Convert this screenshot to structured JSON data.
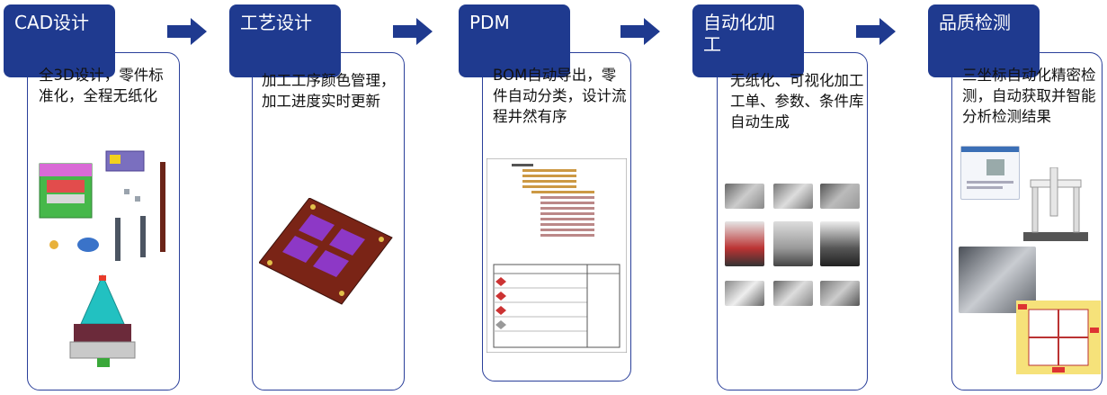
{
  "steps": [
    {
      "title": "CAD设计",
      "desc": "全3D设计，零件标准化，全程无纸化"
    },
    {
      "title": "工艺设计",
      "desc": "加工工序颜色管理，加工进度实时更新"
    },
    {
      "title": "PDM",
      "desc": "BOM自动导出，零件自动分类，设计流程井然有序"
    },
    {
      "title": "自动化加工",
      "desc": "无纸化、可视化加工工单、参数、条件库自动生成"
    },
    {
      "title": "品质检测",
      "desc": "三坐标自动化精密检测，自动获取并智能分析检测结果"
    }
  ],
  "colors": {
    "tab": "#1f3a8f",
    "border": "#2a3f9a",
    "arrow": "#1f3a8f"
  }
}
